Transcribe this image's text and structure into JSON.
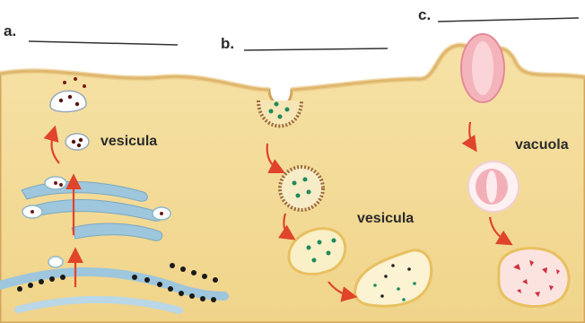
{
  "parts": [
    {
      "letter": "a.",
      "blank": ""
    },
    {
      "letter": "b.",
      "blank": ""
    },
    {
      "letter": "c.",
      "blank": ""
    }
  ],
  "labels": {
    "vesicle_a": "vesicula",
    "vesicle_b": "vesicula",
    "vacuole_c": "vacuola"
  },
  "colors": {
    "cytoplasm": "#f3dc96",
    "membrane": "#d4a55c",
    "arrow": "#e0442a",
    "golgi": "#9ec6dc",
    "coated_pit": "#9c6a3a",
    "particle_green": "#1e8a5a",
    "particle_red": "#cf2f3f",
    "vacuole_pink": "#ef98a4",
    "er_dots": "#1a1a1a"
  }
}
